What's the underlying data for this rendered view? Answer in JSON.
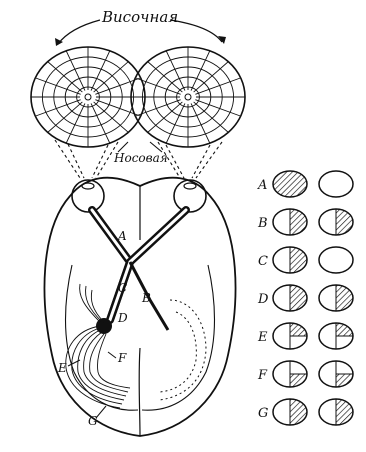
{
  "labels": {
    "temporal": "Височная",
    "nasal": "Носовая",
    "path_a": "A",
    "path_b": "B",
    "path_c": "C",
    "path_d": "D",
    "path_e": "E",
    "path_f": "F",
    "path_g": "G"
  },
  "field_defects": [
    {
      "label": "A",
      "left": "full",
      "right": "none"
    },
    {
      "label": "B",
      "left": "right-half",
      "right": "right-half"
    },
    {
      "label": "C",
      "left": "right-half",
      "right": "none"
    },
    {
      "label": "D",
      "left": "right-half",
      "right": "right-half"
    },
    {
      "label": "E",
      "left": "upper-right-quadrant",
      "right": "upper-right-quadrant"
    },
    {
      "label": "F",
      "left": "lower-right-quadrant",
      "right": "lower-right-quadrant"
    },
    {
      "label": "G",
      "left": "right-half",
      "right": "right-half"
    }
  ]
}
